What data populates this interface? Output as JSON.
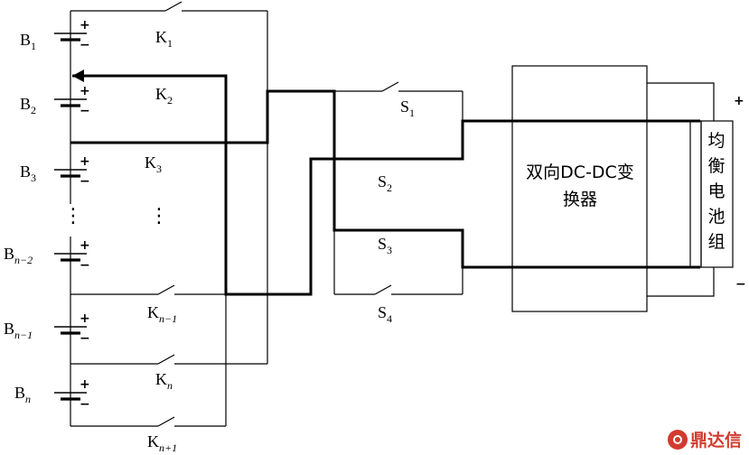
{
  "batteries": [
    {
      "main": "B",
      "sub": "1"
    },
    {
      "main": "B",
      "sub": "2"
    },
    {
      "main": "B",
      "sub": "3"
    },
    {
      "main": "B",
      "sub": "n−2"
    },
    {
      "main": "B",
      "sub": "n−1"
    },
    {
      "main": "B",
      "sub": "n"
    }
  ],
  "switches_k": [
    {
      "main": "K",
      "sub": "1"
    },
    {
      "main": "K",
      "sub": "2"
    },
    {
      "main": "K",
      "sub": "3"
    },
    {
      "main": "K",
      "sub": "n−1"
    },
    {
      "main": "K",
      "sub": "n"
    },
    {
      "main": "K",
      "sub": "n+1"
    }
  ],
  "switches_s": [
    {
      "main": "S",
      "sub": "1"
    },
    {
      "main": "S",
      "sub": "2"
    },
    {
      "main": "S",
      "sub": "3"
    },
    {
      "main": "S",
      "sub": "4"
    }
  ],
  "plus_sign": "+",
  "minus_sign": "−",
  "ellipsis": "⋮",
  "converter": {
    "line1": "双向DC-DC变",
    "line2": "换器"
  },
  "balance_pack": [
    "均",
    "衡",
    "电",
    "池",
    "组"
  ],
  "output_plus": "+",
  "output_minus": "−",
  "watermark": "鼎达信"
}
